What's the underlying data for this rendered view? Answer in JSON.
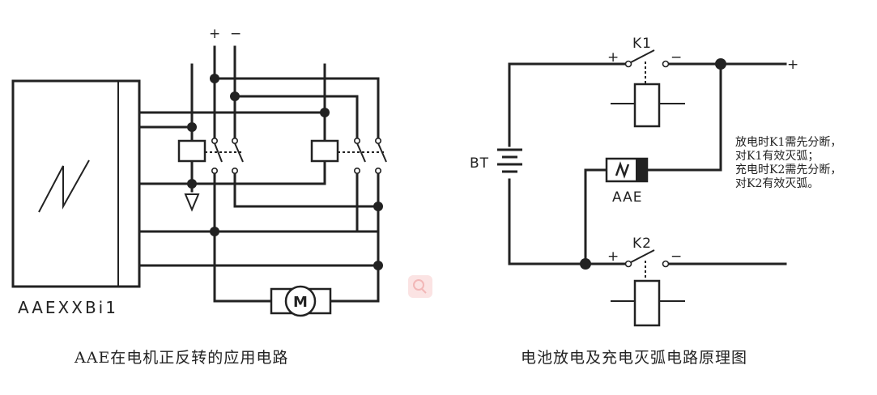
{
  "left_circuit": {
    "device_label": "AAEXXBi1",
    "plus_sign": "+",
    "minus_sign": "−",
    "motor_label": "M",
    "caption": "AAE在电机正反转的应用电路"
  },
  "right_circuit": {
    "battery_label": "BT",
    "relay1_label": "K1",
    "relay2_label": "K2",
    "aae_label": "AAE",
    "k1_plus": "+",
    "k1_minus": "−",
    "k2_plus": "+",
    "k2_minus": "−",
    "output_plus": "+",
    "note_lines": [
      "放电时K1需先分断，",
      "对K1有效灭弧；",
      "充电时K2需先分断，",
      "对K2有效灭弧。"
    ],
    "caption": "电池放电及充电灭弧电路原理图"
  },
  "colors": {
    "line": "#222222",
    "background": "#ffffff",
    "watermark": "#f5c6c6"
  }
}
